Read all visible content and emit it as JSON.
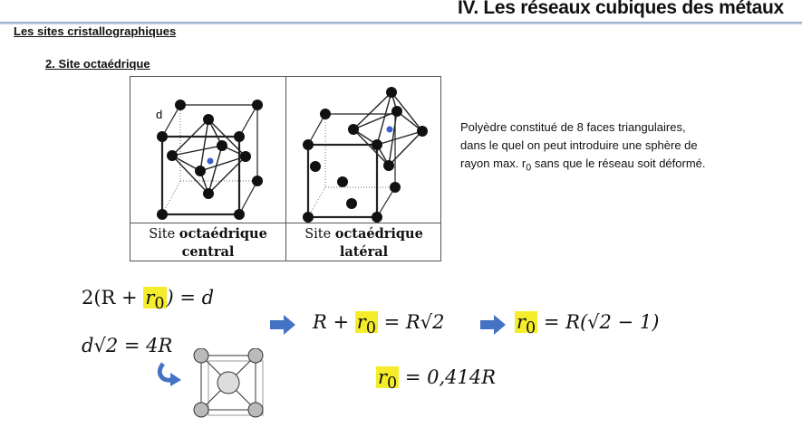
{
  "header": {
    "title": "IV. Les réseaux cubiques des métaux"
  },
  "section": {
    "title": "Les sites cristallographiques",
    "subtitle": "2. Site octaédrique"
  },
  "figure": {
    "label_d": "d",
    "left_caption": {
      "prefix": "Site",
      "bold": "octaédrique",
      "line2": "central"
    },
    "right_caption": {
      "prefix": "Site",
      "bold": "octaédrique",
      "line2": "latéral"
    }
  },
  "description": {
    "line1": "Polyèdre constitué de 8 faces triangulaires,",
    "line2": "dans le quel on peut introduire une sphère de",
    "line3_a": "rayon max. r",
    "line3_sub": "0",
    "line3_b": " sans que le réseau soit déformé."
  },
  "equations": {
    "eq1": {
      "a": "2(R + ",
      "r": "r",
      "sub": "0",
      "b": ") = d"
    },
    "eq2": {
      "a": "d√2 = 4R"
    },
    "eq3": {
      "a": "R + ",
      "r": "r",
      "sub": "0",
      "b": " = R√2"
    },
    "eq4": {
      "r": "r",
      "sub": "0",
      "b": " = R(√2 − 1)"
    },
    "eq5": {
      "r": "r",
      "sub": "0",
      "b": " = 0,414R"
    }
  },
  "colors": {
    "highlight": "#f5ec2b",
    "arrow": "#4472c4",
    "rule": "#8da6cc"
  }
}
